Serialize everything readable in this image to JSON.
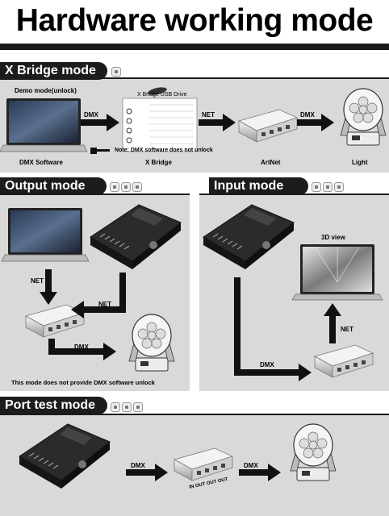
{
  "title": "Hardware working mode",
  "sections": {
    "xbridge": {
      "header": "X Bridge mode",
      "demo_label": "Demo mode(unlock)",
      "usb_label": "X Bridge USB Drive",
      "software_label": "DMX Software",
      "bridge_label": "X Bridge",
      "artnet_label": "ArtNet",
      "light_label": "Light",
      "arrow_dmx": "DMX",
      "arrow_net": "NET",
      "arrow_dmx2": "DMX",
      "note": "Note: DMX software does not unlock"
    },
    "output": {
      "header": "Output mode",
      "arrow_net_left": "NET",
      "arrow_net_right": "NET",
      "arrow_dmx": "DMX",
      "note": "This mode does not provide DMX software unlock"
    },
    "input": {
      "header": "Input mode",
      "view_label": "3D view",
      "arrow_dmx": "DMX",
      "arrow_net": "NET"
    },
    "porttest": {
      "header": "Port test mode",
      "arrow_dmx_left": "DMX",
      "arrow_dmx_right": "DMX",
      "port_labels": "IN OUT OUT OUT"
    }
  },
  "icons": {
    "os": [
      "windows-icon",
      "apple-icon",
      "android-icon"
    ]
  },
  "colors": {
    "header_bg": "#1c1c1c",
    "panel_bg": "#d9d9d9",
    "arrow": "#111111"
  }
}
